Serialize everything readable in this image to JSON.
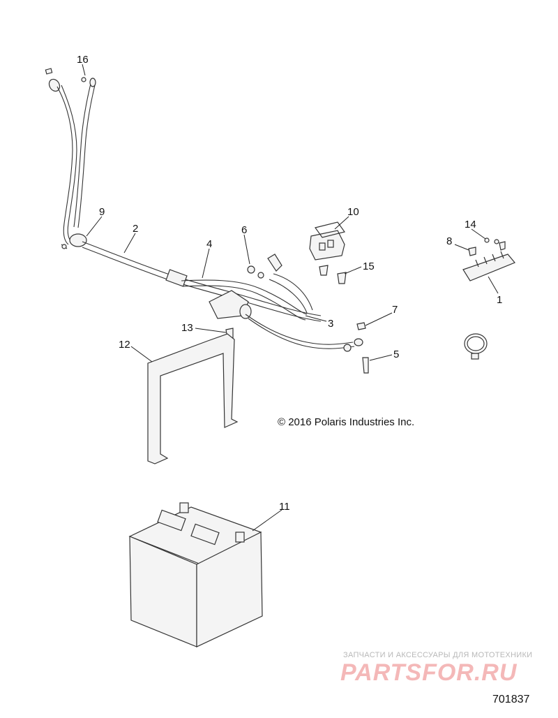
{
  "diagram": {
    "callouts": [
      {
        "id": "c16",
        "label": "16"
      },
      {
        "id": "c9",
        "label": "9"
      },
      {
        "id": "c2",
        "label": "2"
      },
      {
        "id": "c4",
        "label": "4"
      },
      {
        "id": "c6",
        "label": "6"
      },
      {
        "id": "c10",
        "label": "10"
      },
      {
        "id": "c15",
        "label": "15"
      },
      {
        "id": "c14",
        "label": "14"
      },
      {
        "id": "c8",
        "label": "8"
      },
      {
        "id": "c1",
        "label": "1"
      },
      {
        "id": "c3",
        "label": "3"
      },
      {
        "id": "c7",
        "label": "7"
      },
      {
        "id": "c13",
        "label": "13"
      },
      {
        "id": "c12",
        "label": "12"
      },
      {
        "id": "c5",
        "label": "5"
      },
      {
        "id": "c11",
        "label": "11"
      }
    ],
    "copyright": "© 2016 Polaris Industries Inc.",
    "document_number": "701837"
  },
  "watermark": {
    "tagline": "ЗАПЧАСТИ И АКСЕССУАРЫ ДЛЯ МОТОТЕХНИКИ",
    "brand": "PARTSFOR.RU"
  }
}
